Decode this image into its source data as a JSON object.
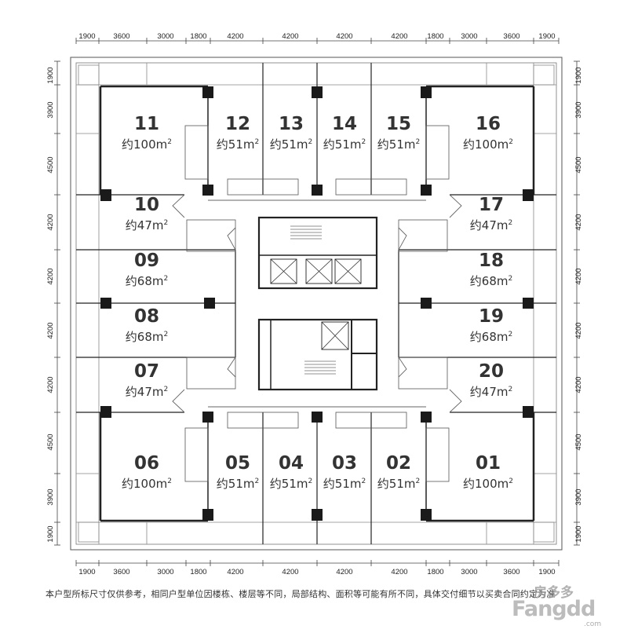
{
  "dimensions": {
    "top": [
      "1900",
      "3600",
      "3000",
      "1800",
      "4200",
      "4200",
      "4200",
      "4200",
      "1800",
      "3000",
      "3600",
      "1900"
    ],
    "bottom": [
      "1900",
      "3600",
      "3000",
      "1800",
      "4200",
      "4200",
      "4200",
      "4200",
      "1800",
      "3000",
      "3600",
      "1900"
    ],
    "left": [
      "1900",
      "3900",
      "4500",
      "4200",
      "4200",
      "4200",
      "4200",
      "4500",
      "3900",
      "1900"
    ],
    "right": [
      "1900",
      "3900",
      "4500",
      "4200",
      "4200",
      "4200",
      "4200",
      "4500",
      "3900",
      "1900"
    ]
  },
  "units": [
    {
      "num": "11",
      "area": "约100m",
      "sup": "2"
    },
    {
      "num": "12",
      "area": "约51m",
      "sup": "2"
    },
    {
      "num": "13",
      "area": "约51m",
      "sup": "2"
    },
    {
      "num": "14",
      "area": "约51m",
      "sup": "2"
    },
    {
      "num": "15",
      "area": "约51m",
      "sup": "2"
    },
    {
      "num": "16",
      "area": "约100m",
      "sup": "2"
    },
    {
      "num": "10",
      "area": "约47m",
      "sup": "2"
    },
    {
      "num": "17",
      "area": "约47m",
      "sup": "2"
    },
    {
      "num": "09",
      "area": "约68m",
      "sup": "2"
    },
    {
      "num": "18",
      "area": "约68m",
      "sup": "2"
    },
    {
      "num": "08",
      "area": "约68m",
      "sup": "2"
    },
    {
      "num": "19",
      "area": "约68m",
      "sup": "2"
    },
    {
      "num": "07",
      "area": "约47m",
      "sup": "2"
    },
    {
      "num": "20",
      "area": "约47m",
      "sup": "2"
    },
    {
      "num": "06",
      "area": "约100m",
      "sup": "2"
    },
    {
      "num": "05",
      "area": "约51m",
      "sup": "2"
    },
    {
      "num": "04",
      "area": "约51m",
      "sup": "2"
    },
    {
      "num": "03",
      "area": "约51m",
      "sup": "2"
    },
    {
      "num": "02",
      "area": "约51m",
      "sup": "2"
    },
    {
      "num": "01",
      "area": "约100m",
      "sup": "2"
    }
  ],
  "footnote": "本户型所标尺寸仅供参考，相同户型单位因楼栋、楼层等不同，局部结构、面积等可能有所不同，具体交付细节以买卖合同约定为准",
  "watermark": {
    "cn": "房多多",
    "en": "Fangdd",
    "com": ".com"
  },
  "colors": {
    "wall": "#222222",
    "line": "#555555",
    "light": "#999999"
  }
}
